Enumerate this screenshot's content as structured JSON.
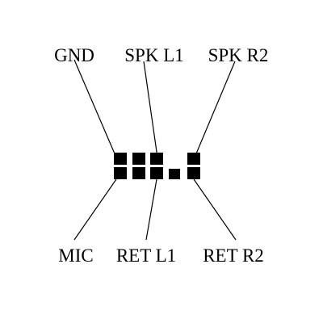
{
  "diagram": {
    "description_labels": {
      "top": [
        "GND",
        "SPK L1",
        "SPK R2"
      ],
      "bottom": [
        "MIC",
        "RET L1",
        "RET R2"
      ]
    },
    "colors": {
      "ink": "#000000",
      "background": "#ffffff"
    }
  }
}
